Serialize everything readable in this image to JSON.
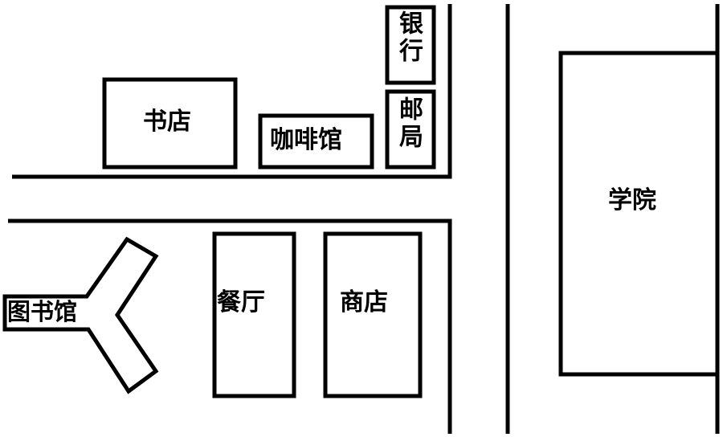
{
  "map": {
    "buildings": {
      "bookstore": "书店",
      "cafe": "咖啡馆",
      "bank": "银行",
      "post_office": "邮局",
      "academy": "学院",
      "library": "图书馆",
      "restaurant": "餐厅",
      "shop": "商店"
    },
    "stroke_color": "#000000"
  }
}
